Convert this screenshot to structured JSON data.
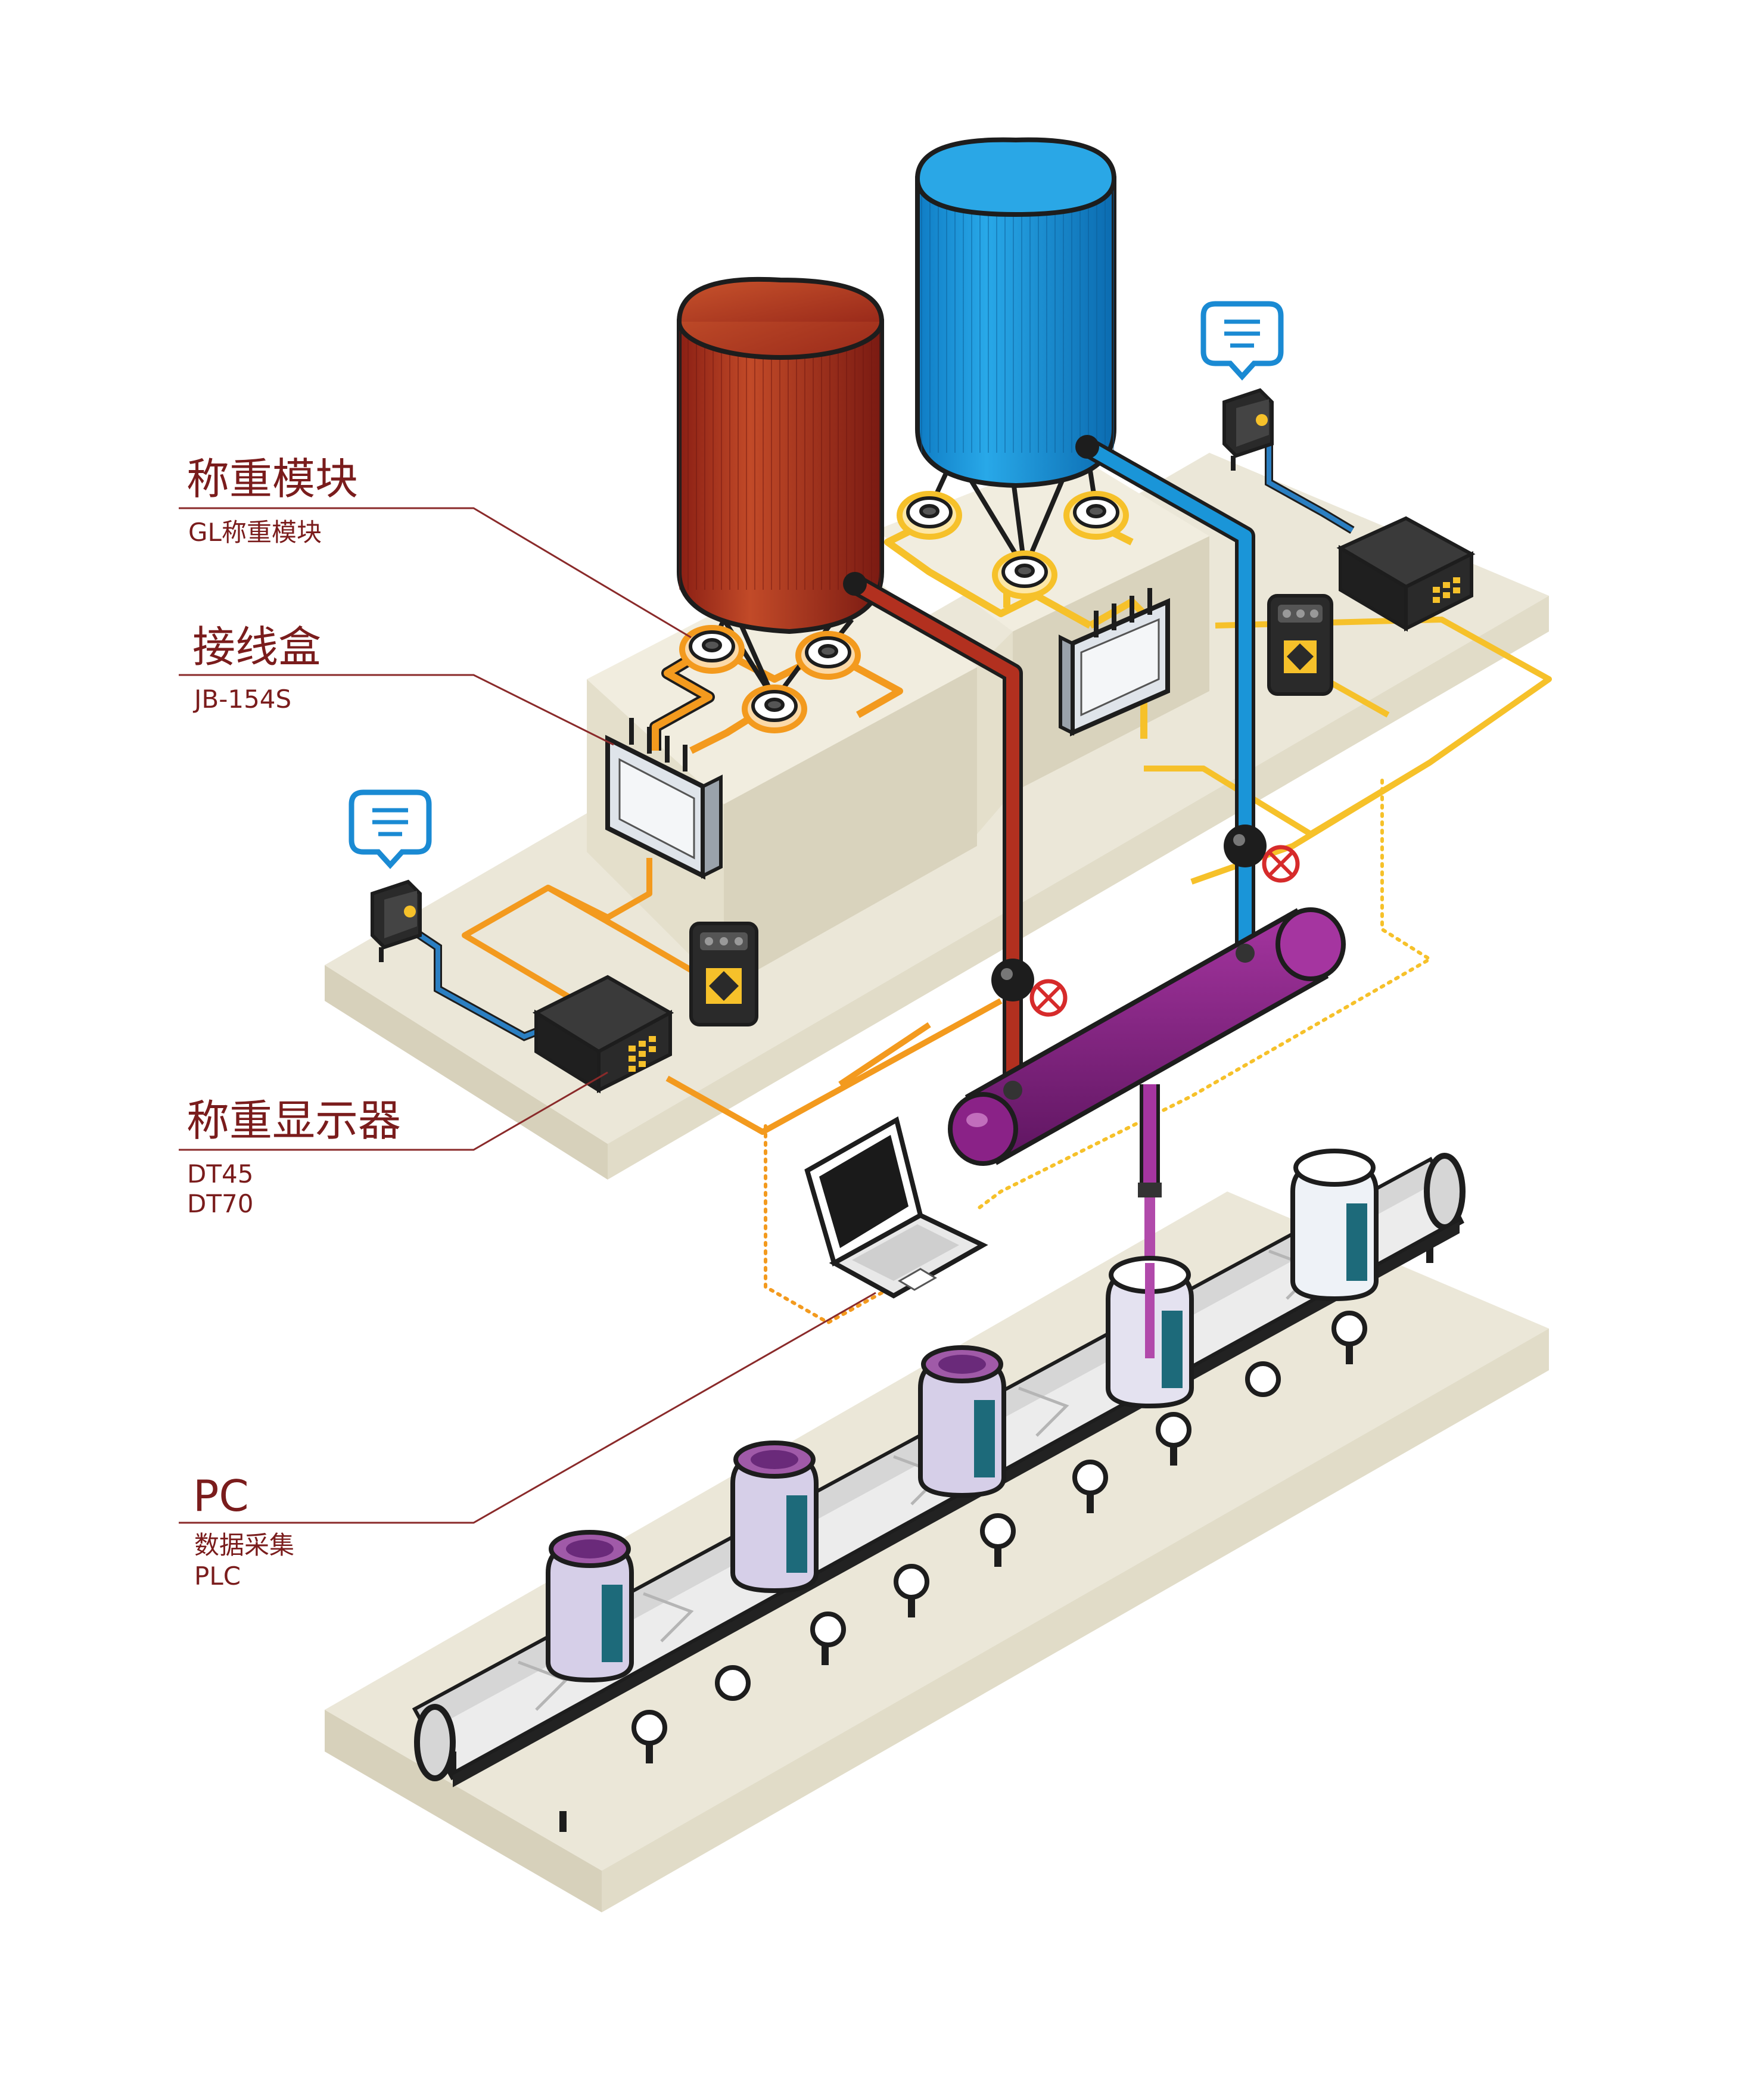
{
  "labels": {
    "load_cell": {
      "title": "称重模块",
      "sub": "GL称重模块"
    },
    "junction_box": {
      "title": "接线盒",
      "sub": "JB-154S"
    },
    "display": {
      "title": "称重显示器",
      "sub1": "DT45",
      "sub2": "DT70"
    },
    "pc": {
      "title": "PC",
      "sub1": "数据采集",
      "sub2": "PLC"
    }
  },
  "colors": {
    "label_text": "#7a1c1c",
    "label_line": "#8a2a2a",
    "platform": "#ebe7d8",
    "red_tank": "#a8301e",
    "blue_tank": "#1a95d8",
    "manifold": "#8a2287",
    "signal_wire": "#f39a1e",
    "power_wire": "#f6c12a",
    "sensor_cable": "#2b7fc2",
    "jar_liquid": "#a05aa8",
    "jar_label": "#1d6a7a"
  },
  "icons": [
    "speech-bubble-icon",
    "sensor-box-icon",
    "weighing-display-icon",
    "handheld-indicator-icon",
    "junction-box-icon",
    "load-cell-icon",
    "valve-icon",
    "laptop-icon"
  ]
}
